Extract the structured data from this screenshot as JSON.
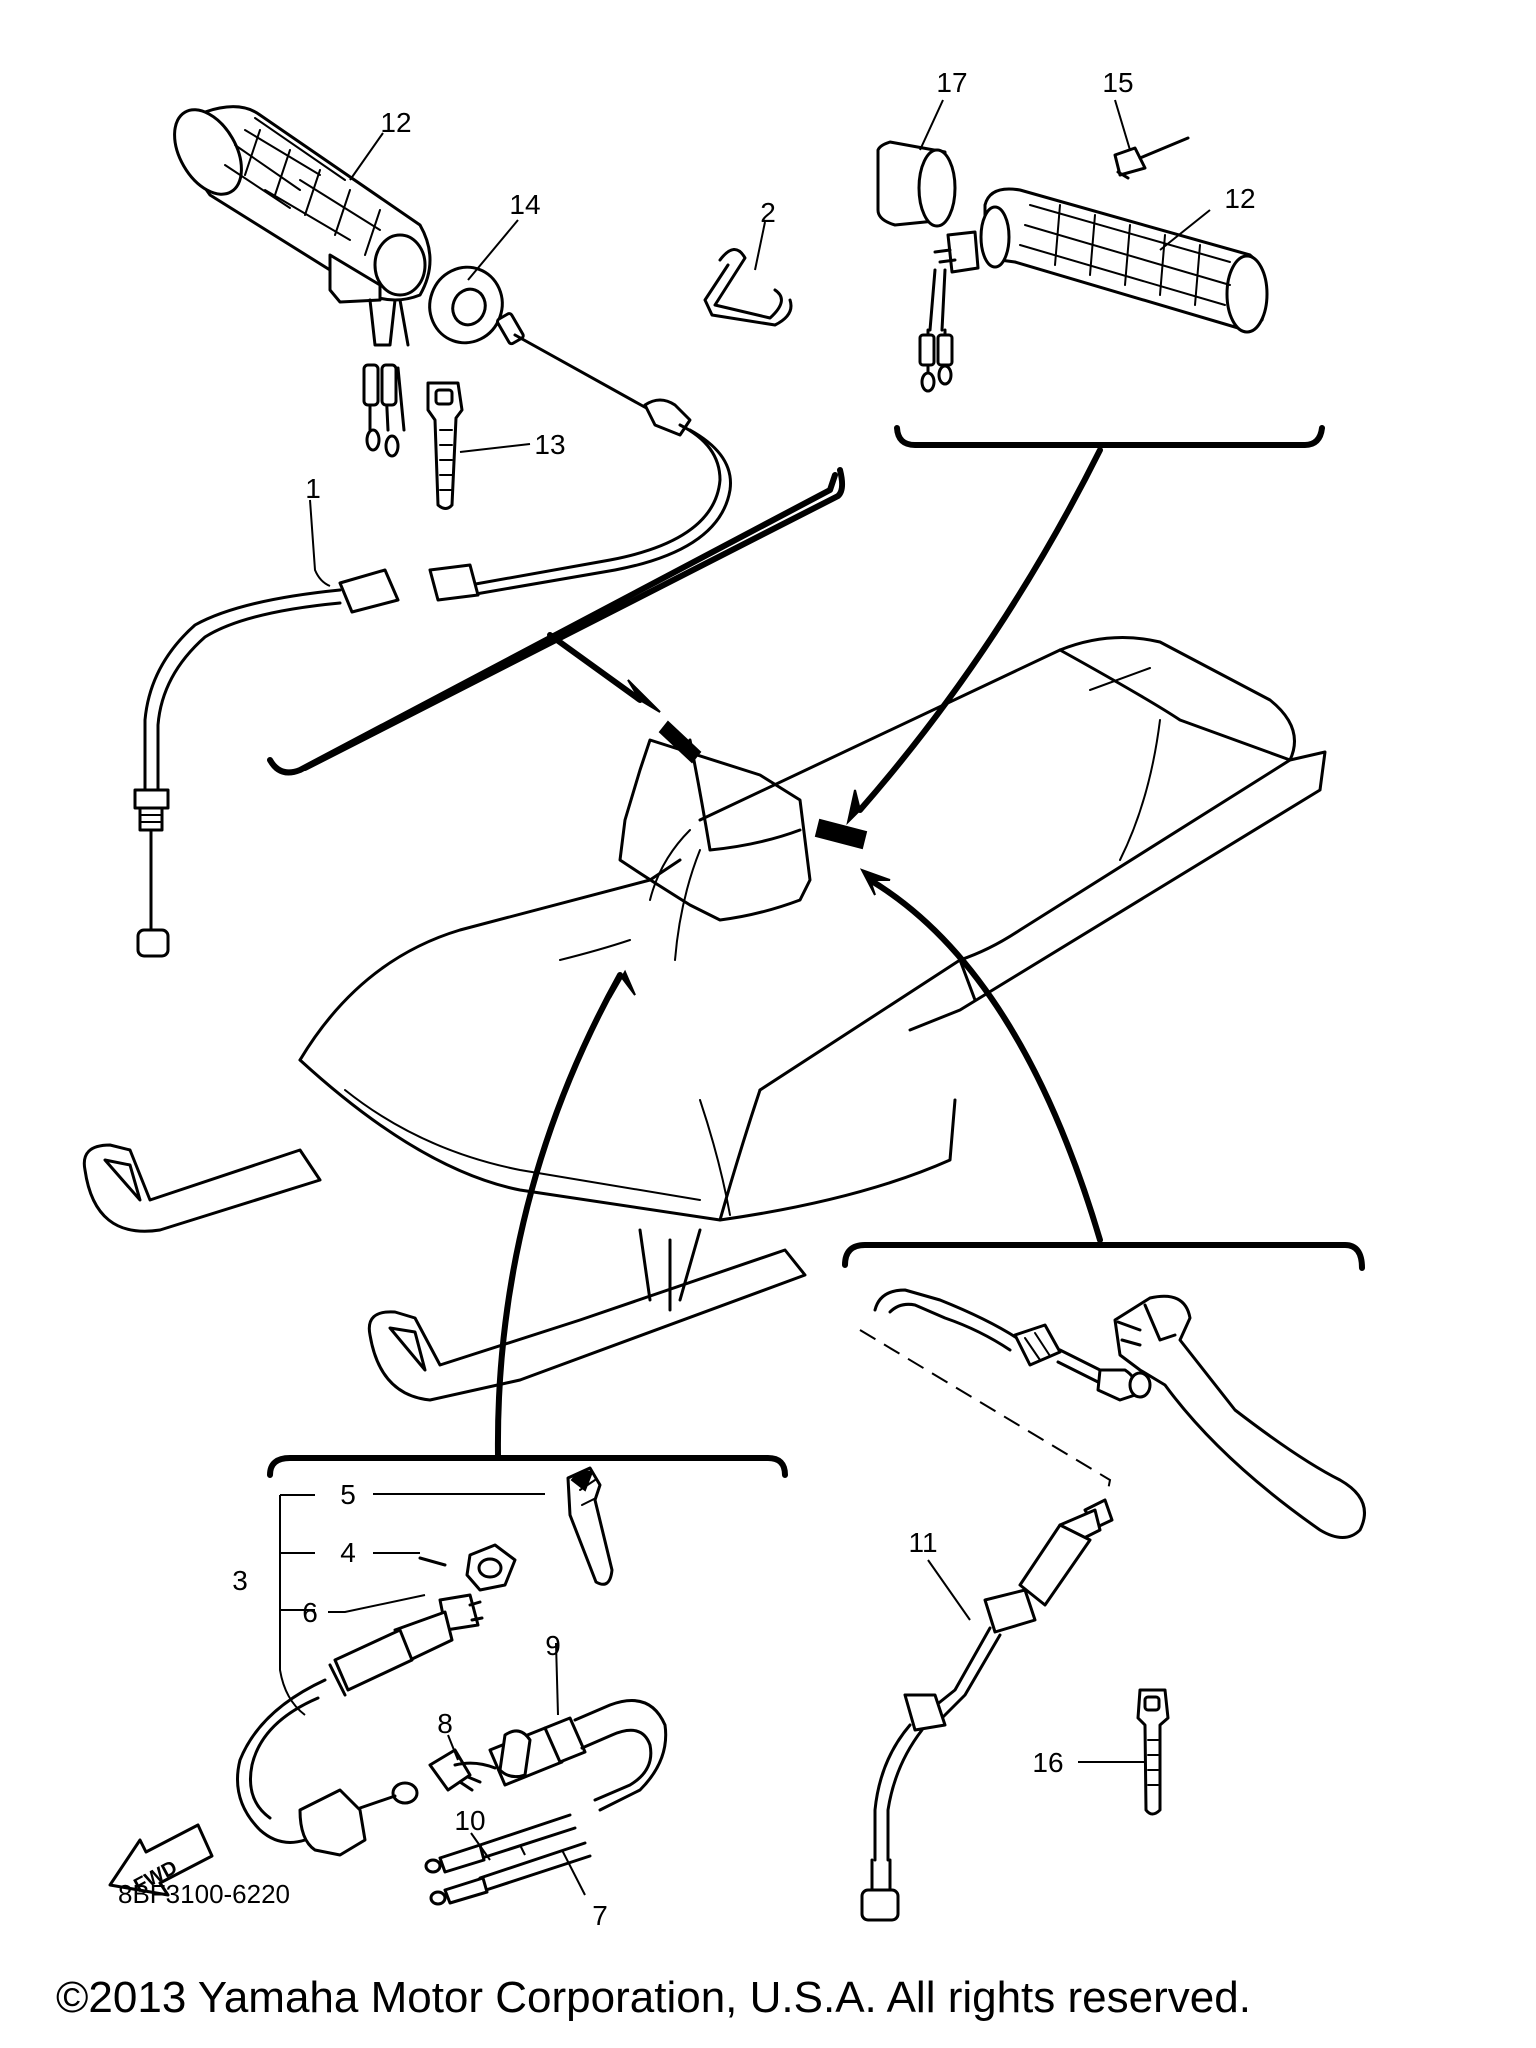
{
  "callouts": {
    "c1": "1",
    "c2": "2",
    "c3": "3",
    "c4": "4",
    "c5": "5",
    "c6": "6",
    "c7": "7",
    "c8": "8",
    "c9": "9",
    "c10": "10",
    "c11": "11",
    "c12_left": "12",
    "c12_right": "12",
    "c13": "13",
    "c14": "14",
    "c15": "15",
    "c16": "16",
    "c17": "17"
  },
  "fwd_label": "FWD",
  "diagram_code": "8BF3100-6220",
  "copyright": "©2013 Yamaha Motor Corporation, U.S.A. All rights reserved."
}
